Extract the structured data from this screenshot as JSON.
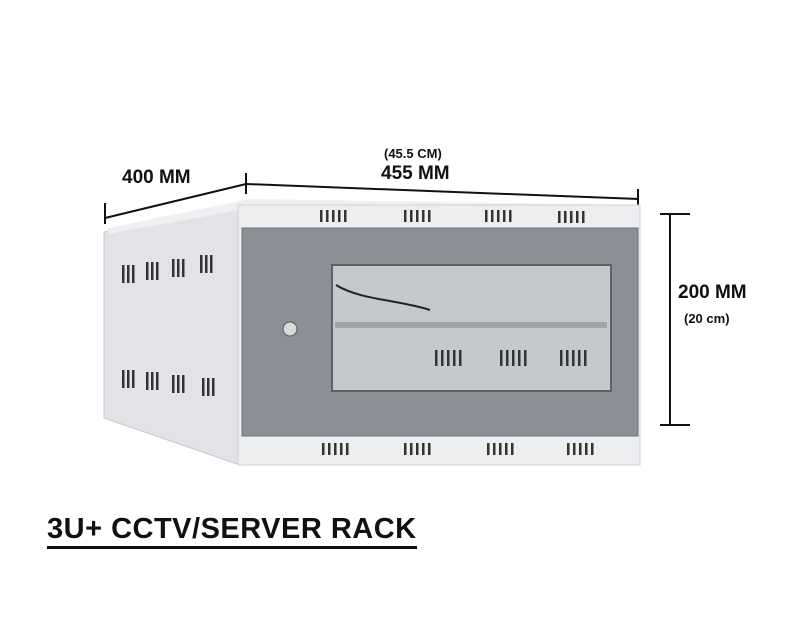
{
  "dimensions": {
    "depth": "400 MM",
    "width_cm": "(45.5 CM)",
    "width": "455 MM",
    "height": "200 MM",
    "height_cm": "(20 cm)"
  },
  "product_title": "3U+ CCTV/SERVER RACK",
  "colors": {
    "body": "#e9eaec",
    "door": "#8a8f95",
    "glass": "#c9cccf",
    "text": "#111111"
  }
}
